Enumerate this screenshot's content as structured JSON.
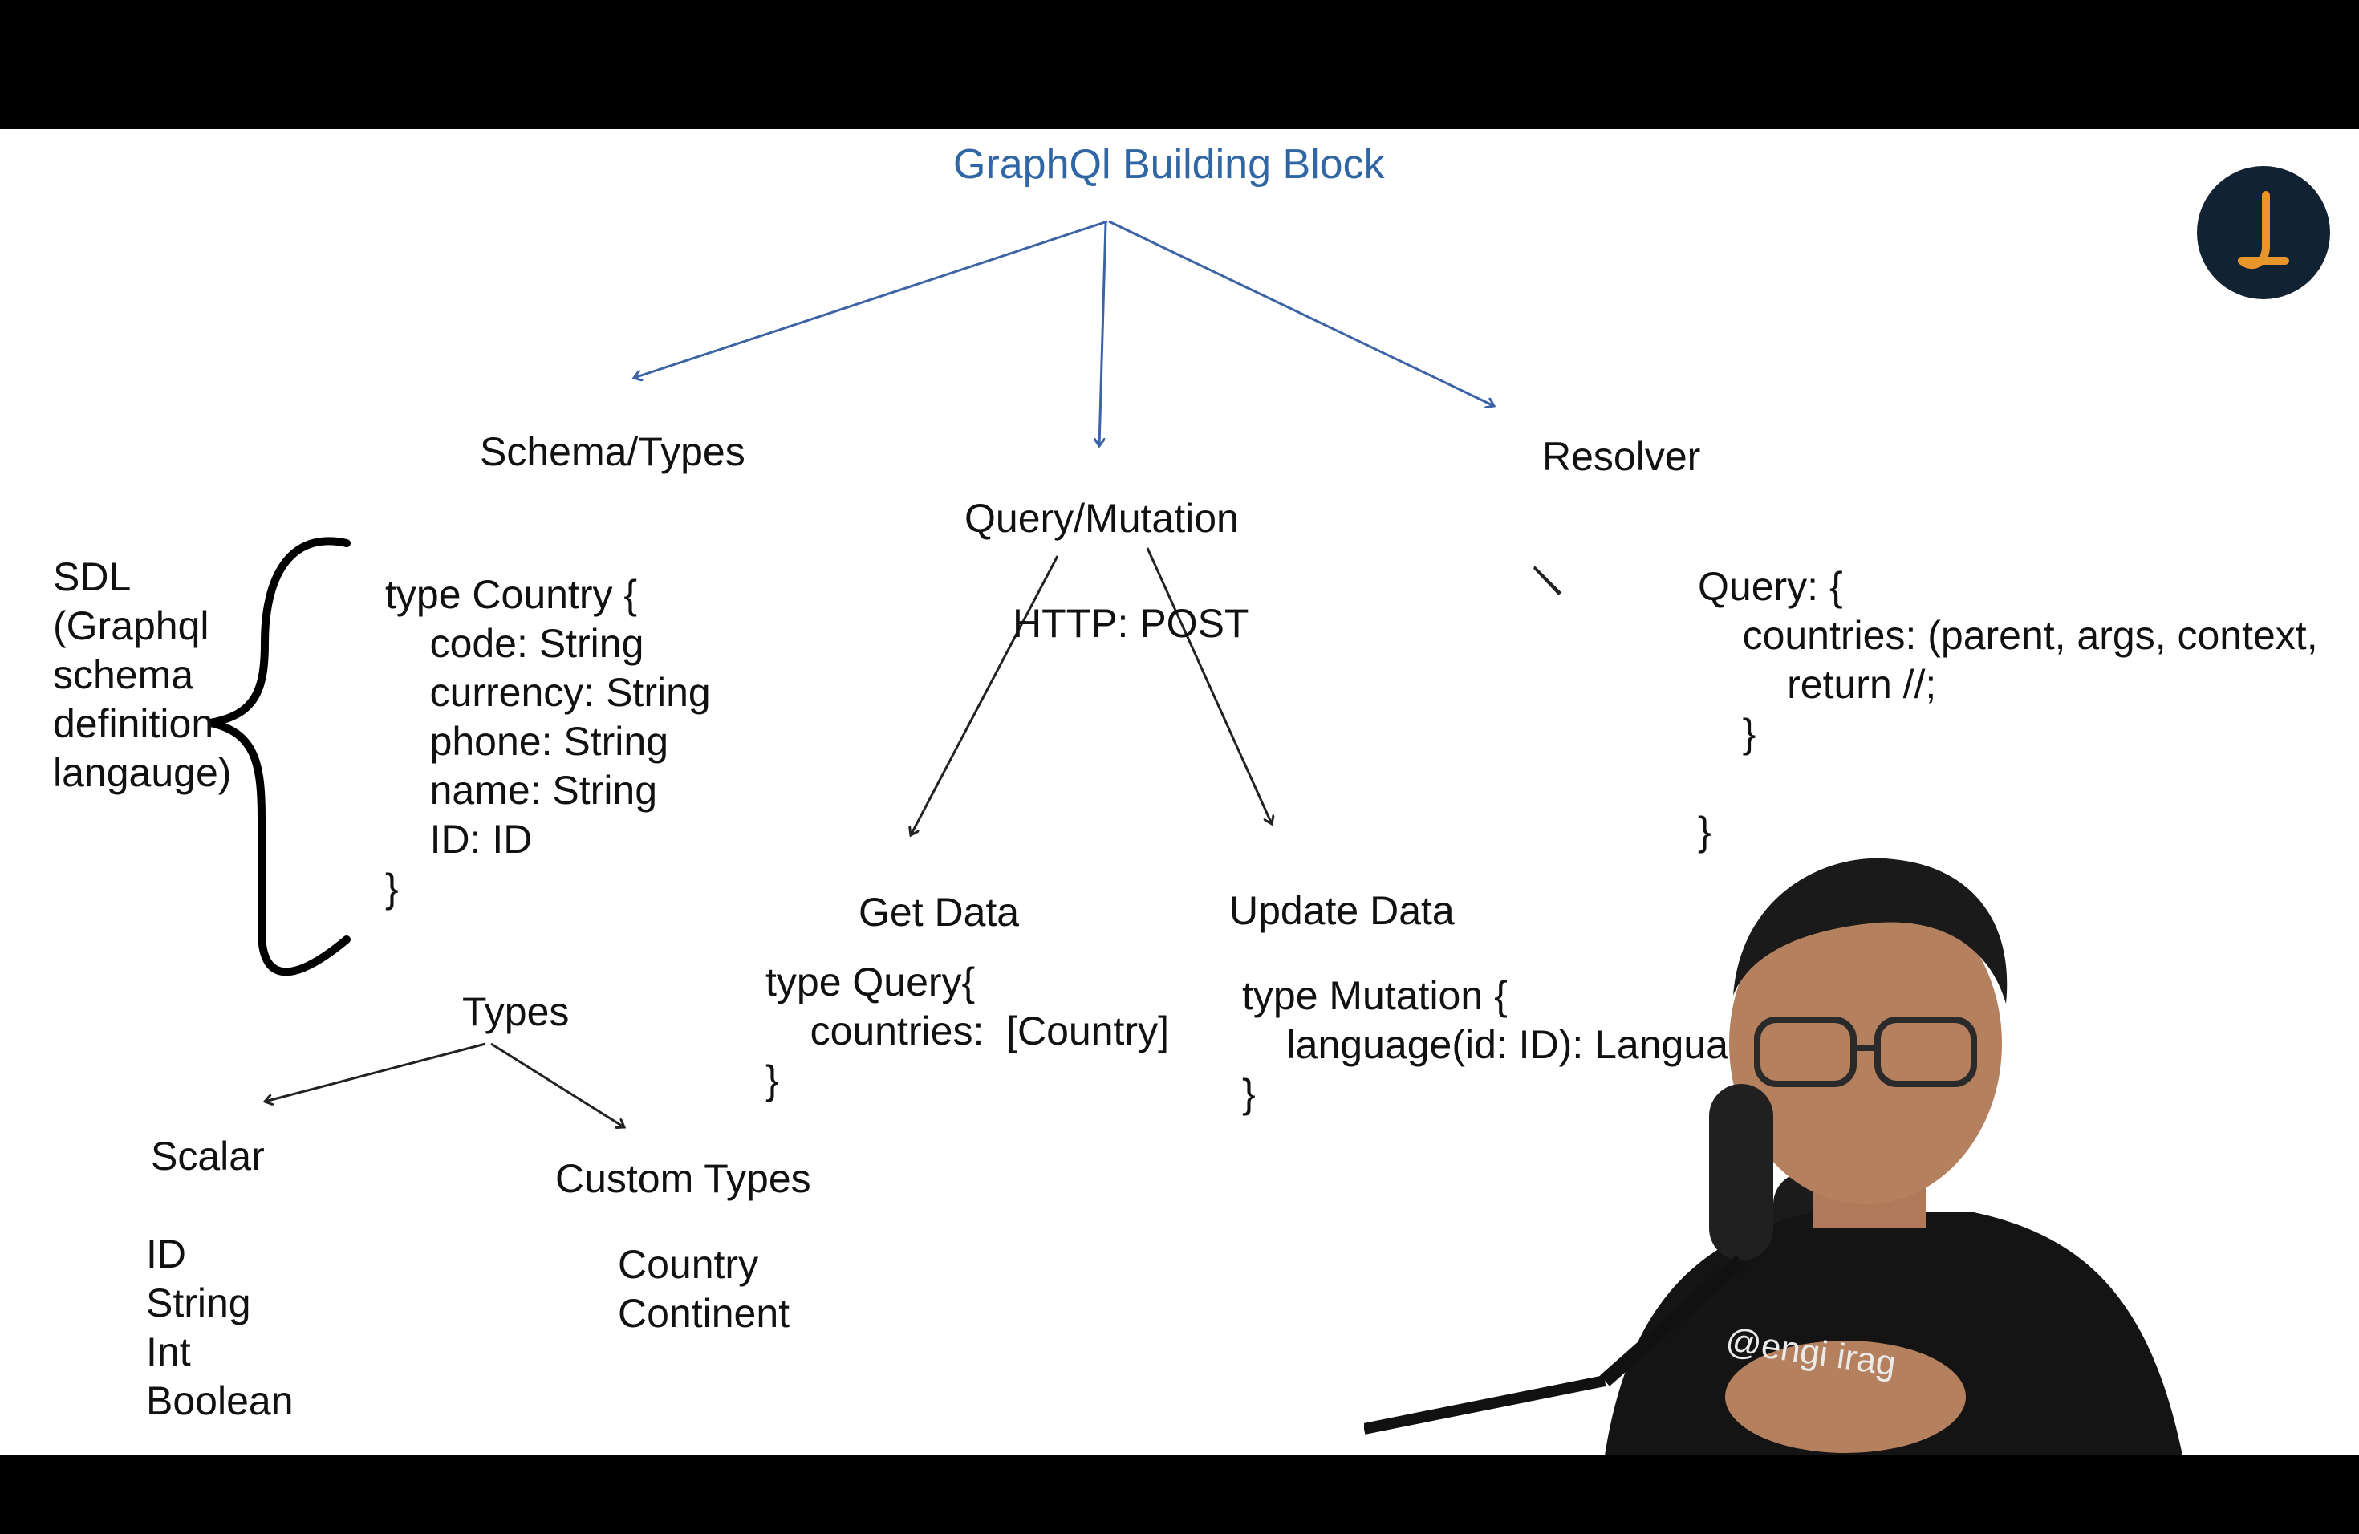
{
  "slide": {
    "title": "GraphQl Building Block",
    "branches": {
      "schema": "Schema/Types",
      "query_mutation": "Query/Mutation",
      "resolver": "Resolver"
    },
    "sdl": [
      "SDL",
      "(Graphql",
      "schema",
      "definition",
      "langauge)"
    ],
    "country_type": [
      "type Country {",
      "    code: String",
      "    currency: String",
      "    phone: String",
      "    name: String",
      "    ID: ID",
      "}"
    ],
    "http": "HTTP: POST",
    "get_data": "Get Data",
    "update_data": "Update Data",
    "query_type": [
      "type Query{",
      "    countries:  [Country]",
      "}"
    ],
    "mutation_type": [
      "type Mutation {",
      "    language(id: ID): Language",
      "}"
    ],
    "resolver_code": [
      "Query: {",
      "    countries: (parent, args, context,",
      "        return //;",
      "    }",
      "",
      "}"
    ],
    "types": "Types",
    "scalar": "Scalar",
    "scalar_list": [
      "ID",
      "String",
      "Int",
      "Boolean"
    ],
    "custom_types": "Custom Types",
    "custom_list": [
      "Country",
      "Continent"
    ]
  },
  "overlay": {
    "channel_handle": "@engi      irag",
    "logo_icon": "channel-logo-icon"
  },
  "colors": {
    "title": "#2f66a3",
    "arrows": "#3c63a6",
    "text": "#111111",
    "background": "#ffffff",
    "letterbox": "#000000"
  }
}
